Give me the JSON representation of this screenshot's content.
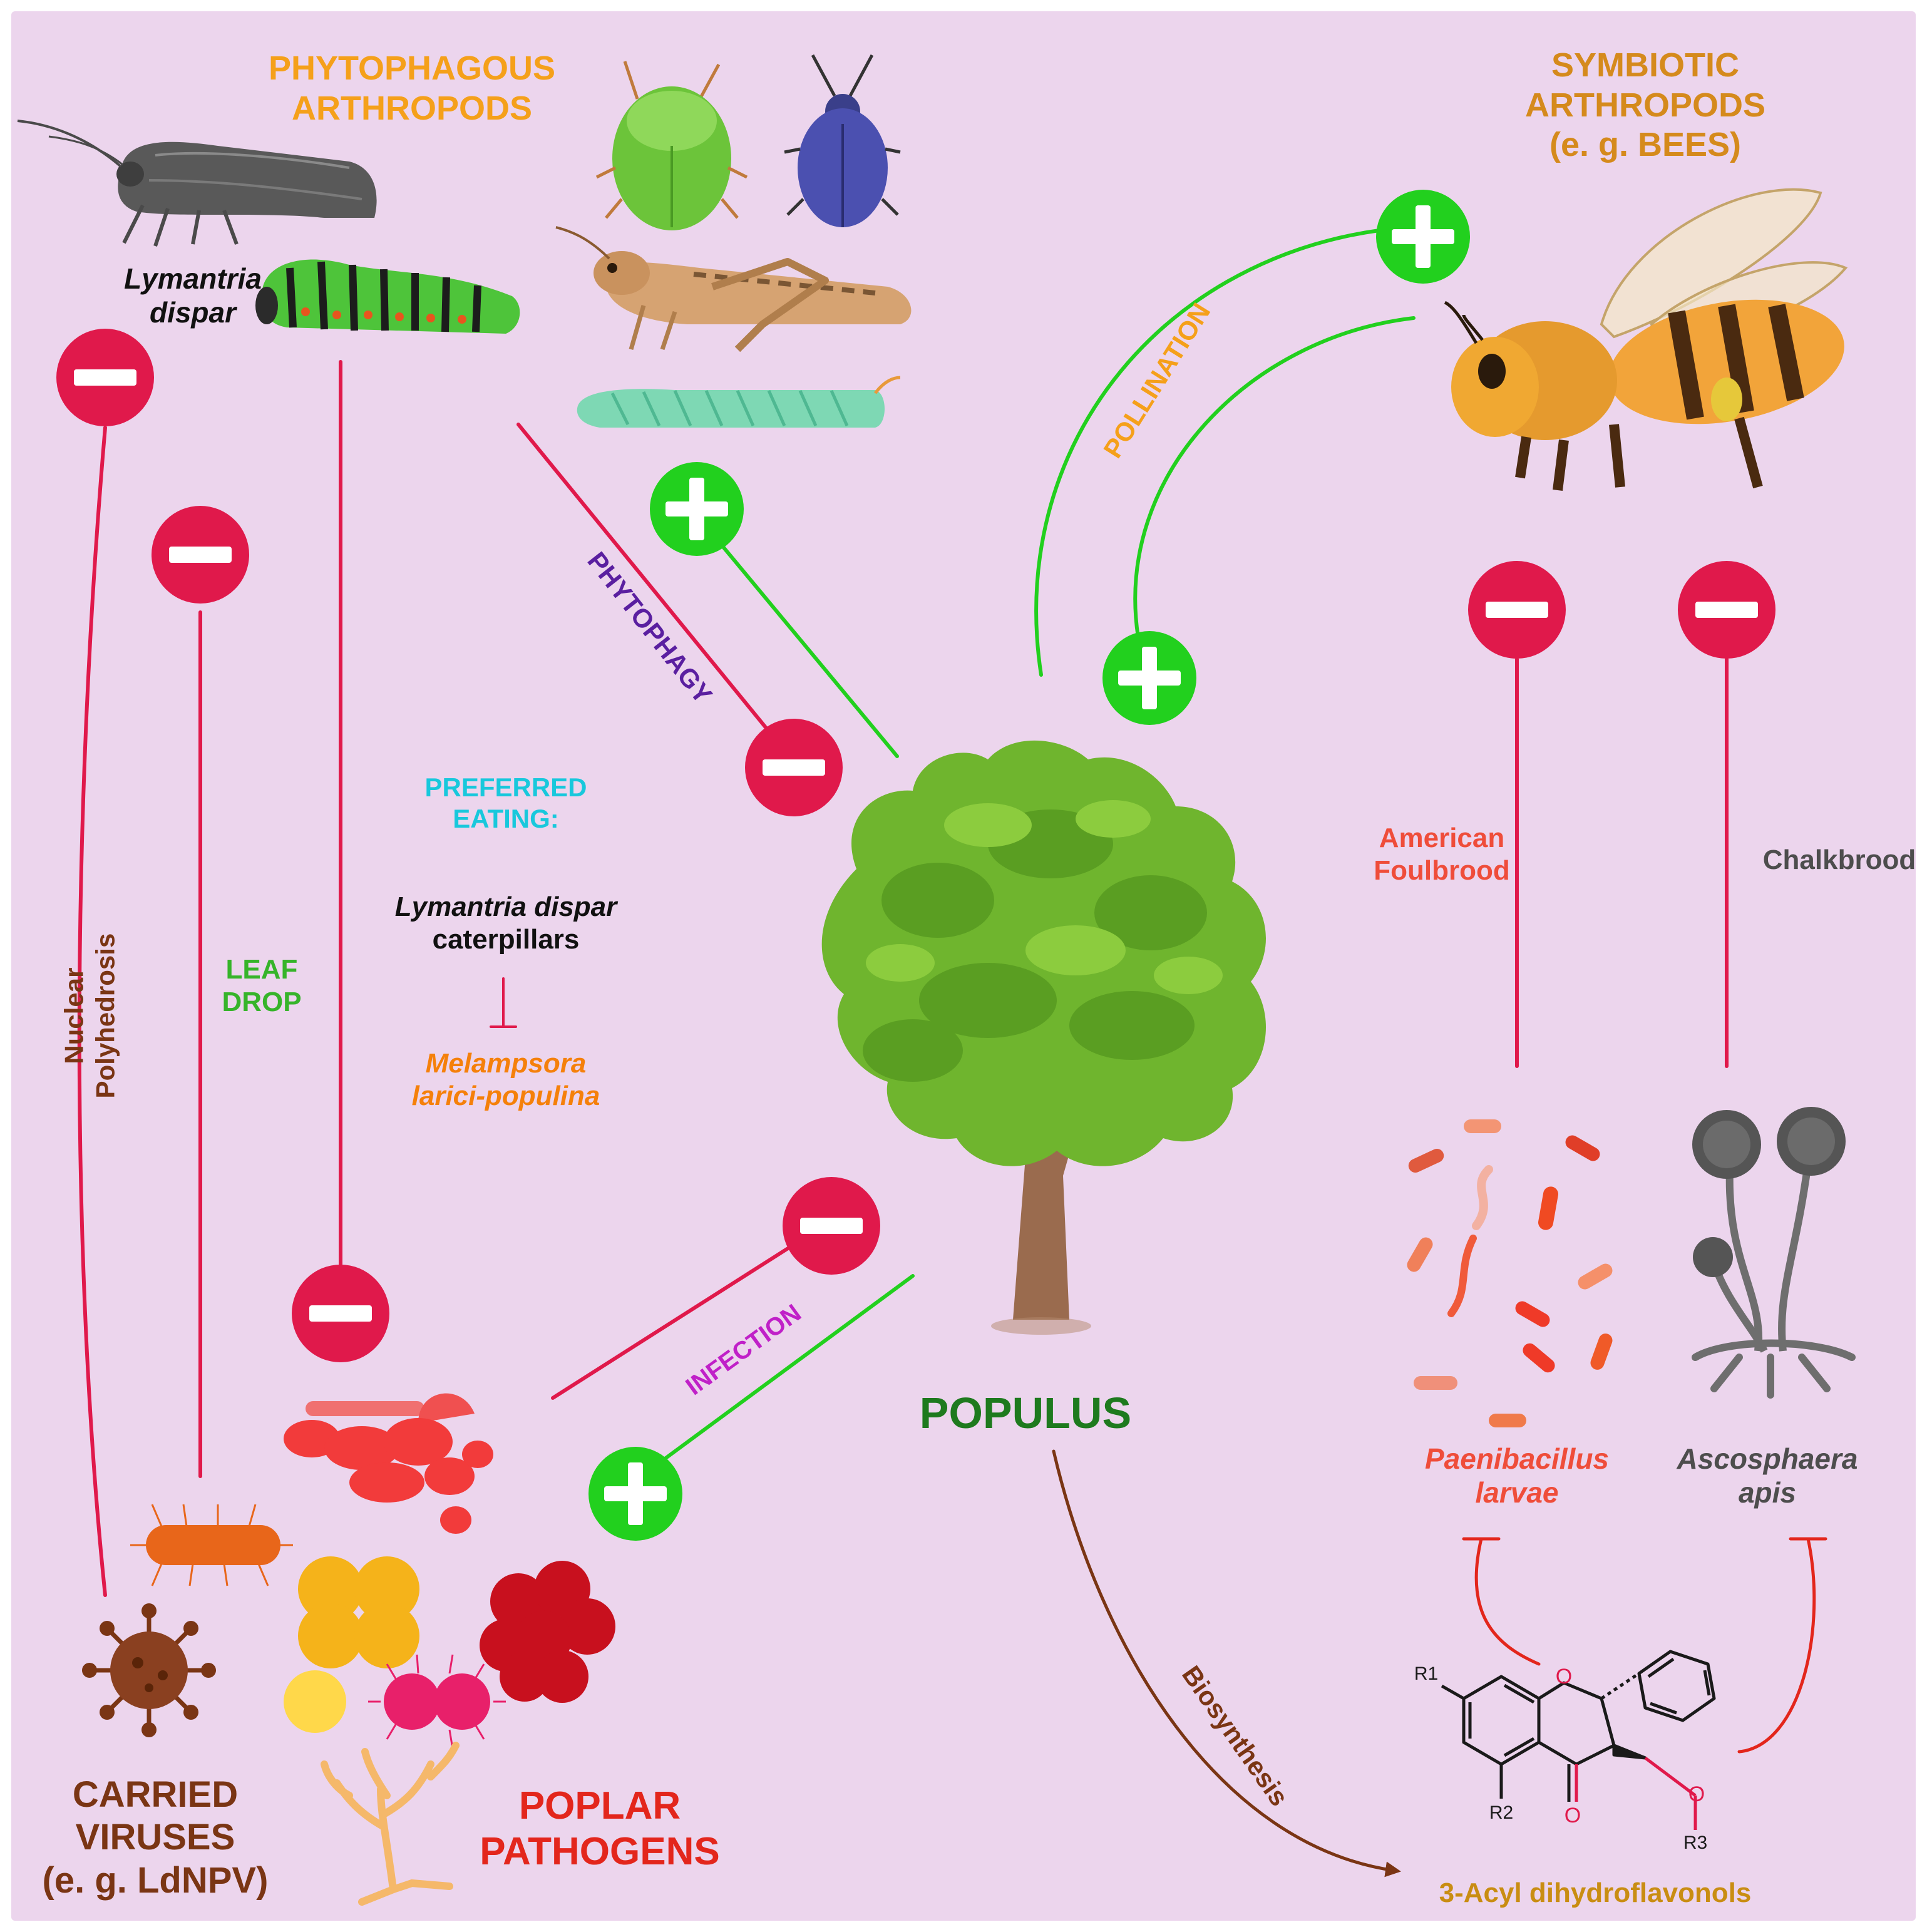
{
  "labels": {
    "phytophagous": [
      "PHYTOPHAGOUS",
      "ARTHROPODS"
    ],
    "symbiotic": [
      "SYMBIOTIC",
      "ARTHROPODS",
      "(e. g. BEES)"
    ],
    "lymantria": [
      "Lymantria",
      "dispar"
    ],
    "pollination": "POLLINATION",
    "phytophagy": "PHYTOPHAGY",
    "preferred": [
      "PREFERRED",
      "EATING:"
    ],
    "lymantria_caterpillars": [
      "Lymantria dispar",
      "caterpillars"
    ],
    "melampsora": [
      "Melampsora",
      "larici-populina"
    ],
    "nuclear": [
      "Nuclear",
      "Polyhedrosis"
    ],
    "leaf_drop": [
      "LEAF",
      "DROP"
    ],
    "american": [
      "American",
      "Foulbrood"
    ],
    "chalkbrood": "Chalkbrood",
    "infection": "INFECTION",
    "populus": "POPULUS",
    "paenibacillus": [
      "Paenibacillus",
      "larvae"
    ],
    "ascosphaera": [
      "Ascosphaera",
      "apis"
    ],
    "biosynthesis": "Biosynthesis",
    "carried": [
      "CARRIED",
      "VIRUSES",
      "(e. g. LdNPV)"
    ],
    "poplar": [
      "POPLAR",
      "PATHOGENS"
    ],
    "flavonol": "3-Acyl dihydroflavonols",
    "chem": {
      "r1": "R1",
      "r2": "R2",
      "r3": "R3",
      "o_ring": "O",
      "o_keto": "O",
      "o_ester": "O"
    }
  },
  "colors": {
    "background": "#ecd5ed",
    "negative": "#e0194b",
    "positive": "#22d01e",
    "orange_title": "#f5a01a",
    "bee_title": "#d58a1c",
    "purple": "#5a1fa0",
    "magenta": "#c020c8",
    "cyan": "#18c8dc",
    "populus_green": "#1e7a1e",
    "virus_brown": "#7a3514",
    "pathogen_red": "#e3261c",
    "foulbrood_red": "#ef4d3a",
    "chalk_grey": "#4d4d4d",
    "flavonol_gold": "#c98d12",
    "leaf_green": "#36b42a"
  },
  "icons": {
    "badges": [
      "minus-icon",
      "plus-icon"
    ],
    "organisms": [
      "moth-icon",
      "caterpillar-icon",
      "tortoise-beetle-icon",
      "leaf-beetle-icon",
      "grasshopper-icon",
      "hornworm-icon",
      "bee-icon",
      "tree-icon",
      "bacteria-icon",
      "fungus-icon",
      "virus-icon",
      "pathogen-cluster-icon"
    ]
  }
}
